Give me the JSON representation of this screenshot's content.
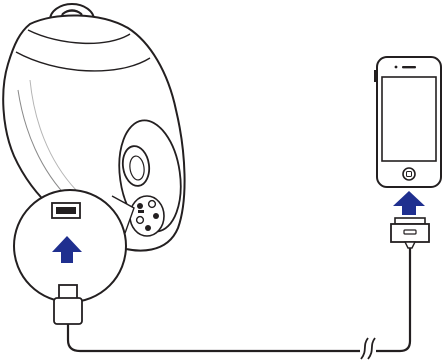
{
  "diagram": {
    "colors": {
      "outline": "#231f20",
      "body_fill": "#ffffff",
      "arrow": "#1f2f8f",
      "usb_port": "#231f20"
    },
    "parts": [
      {
        "id": "speaker",
        "icon": "speaker-body"
      },
      {
        "id": "usb-port-callout",
        "icon": "magnifier-circle"
      },
      {
        "id": "usb-port",
        "icon": "usb-port-icon"
      },
      {
        "id": "usb-plug",
        "icon": "usb-plug-icon"
      },
      {
        "id": "phone",
        "icon": "smartphone-icon"
      },
      {
        "id": "dock-connector",
        "icon": "dock-connector-icon"
      },
      {
        "id": "cable",
        "icon": "cable-icon"
      }
    ],
    "arrows": [
      {
        "id": "usb-insert-arrow",
        "direction": "up"
      },
      {
        "id": "dock-insert-arrow",
        "direction": "up"
      }
    ]
  }
}
